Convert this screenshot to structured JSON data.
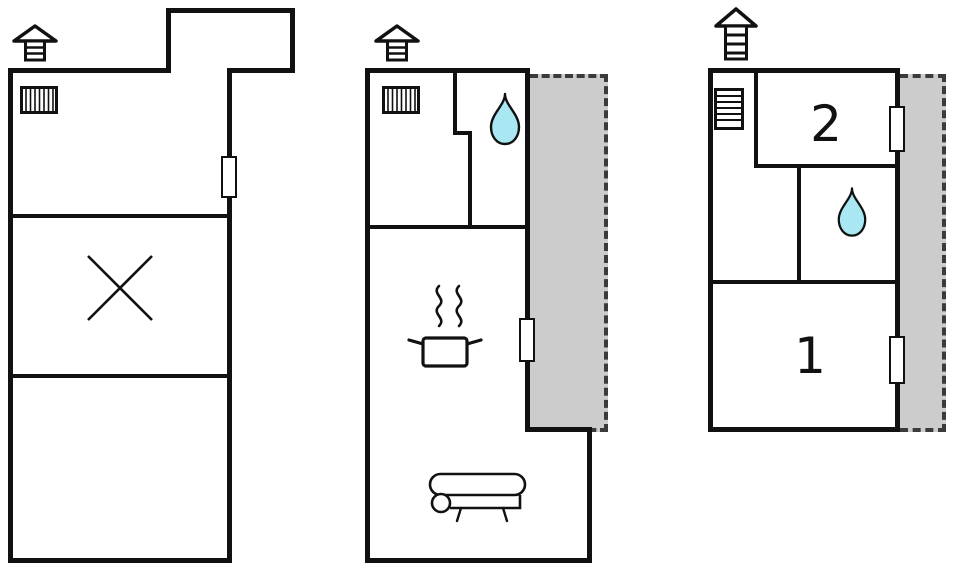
{
  "title": "Property floor plan with three units",
  "colors": {
    "wall": "#111111",
    "terrace_fill": "#cccccc",
    "terrace_border": "#3b3b3b",
    "water_drop": "#a9e8f3",
    "background": "#ffffff"
  },
  "units": {
    "left": {
      "name": "left-unit",
      "icons": [
        "chimney-icon",
        "radiator-icon",
        "window",
        "stairs-cross-icon"
      ],
      "has_terrace": false
    },
    "middle": {
      "name": "middle-unit",
      "icons": [
        "chimney-icon",
        "radiator-icon",
        "water-drop-icon",
        "window",
        "stove-icon",
        "sofa-icon"
      ],
      "has_terrace": true
    },
    "right": {
      "name": "right-unit",
      "icons": [
        "chimney-icon",
        "radiator-icon",
        "water-drop-icon",
        "window",
        "window"
      ],
      "has_terrace": true,
      "rooms": [
        {
          "label": "2"
        },
        {
          "label": "1"
        }
      ]
    }
  },
  "icons": {
    "chimney-icon": "house-roof-with-striped-chimney",
    "radiator-icon": "striped-rectangle",
    "water-drop-icon": "teardrop",
    "stove-icon": "pot-with-steam",
    "sofa-icon": "couch-side-view",
    "stairs-cross-icon": "diagonal-cross",
    "window-icon": "wall-opening-rectangle"
  }
}
